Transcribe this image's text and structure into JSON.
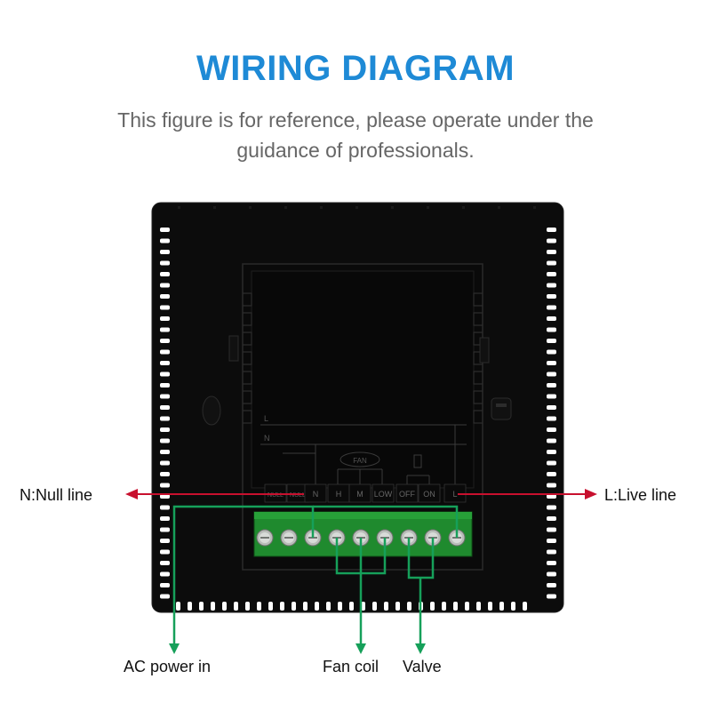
{
  "header": {
    "title": "WIRING DIAGRAM",
    "subtitle_line1": "This figure is for reference, please operate under the",
    "subtitle_line2": "guidance of professionals."
  },
  "terminals": [
    "NULL",
    "NULL",
    "N",
    "H",
    "M",
    "LOW",
    "OFF",
    "ON",
    "L"
  ],
  "board_labels": {
    "line_l": "L",
    "line_n": "N",
    "fan": "FAN"
  },
  "callouts": {
    "null_line": "N:Null line",
    "live_line": "L:Live line",
    "ac_power": "AC power in",
    "fan_coil": "Fan coil",
    "valve": "Valve"
  },
  "colors": {
    "title": "#1e8ad6",
    "subtitle": "#666666",
    "device_body": "#0c0c0c",
    "terminal_block": "#1f8a2e",
    "green_wire": "#16a05a",
    "red_arrow": "#c8102e",
    "label_text": "#111111"
  }
}
